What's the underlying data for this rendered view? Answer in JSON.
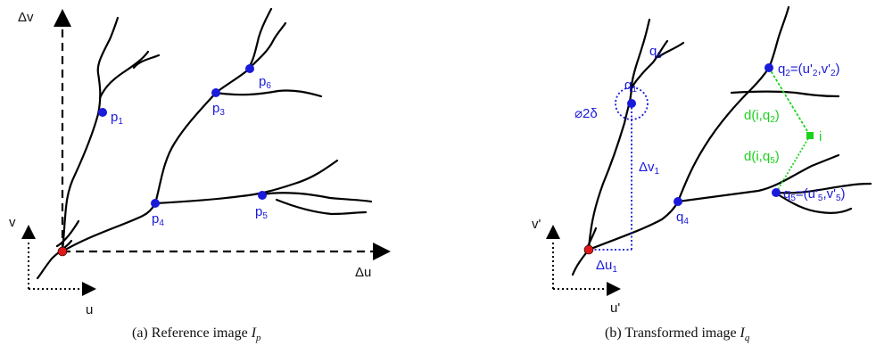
{
  "panel_a": {
    "axis_vertical": "Δv",
    "axis_horizontal": "Δu",
    "small_axis_vertical": "v",
    "small_axis_horizontal": "u",
    "points": [
      {
        "base": "p",
        "sub": "1"
      },
      {
        "base": "p",
        "sub": "3"
      },
      {
        "base": "p",
        "sub": "4"
      },
      {
        "base": "p",
        "sub": "5"
      },
      {
        "base": "p",
        "sub": "6"
      }
    ],
    "caption": {
      "prefix": "(a)",
      "text": "Reference image ",
      "symbol": "I",
      "symbol_sub": "p"
    }
  },
  "panel_b": {
    "small_axis_vertical": "v'",
    "small_axis_horizontal": "u'",
    "points": [
      {
        "base": "q",
        "sub": "1"
      },
      {
        "base": "q",
        "sub": "4"
      },
      {
        "base": "q",
        "sub": "6"
      }
    ],
    "q2_label": {
      "base": "q",
      "sub": "2",
      "eq": "=(u'",
      "sub2": "2",
      "mid": ",v'",
      "sub3": "2",
      "end": ")"
    },
    "q5_label": {
      "base": "q",
      "sub": "5",
      "eq": "=(u'",
      "sub2": "5",
      "mid": ",v'",
      "sub3": "5",
      "end": ")"
    },
    "tolerance": "⌀2δ",
    "delta_v": {
      "base": "Δv",
      "sub": "1"
    },
    "delta_u": {
      "base": "Δu",
      "sub": "1"
    },
    "point_i": "i",
    "dist_q2": {
      "pre": "d(i,q",
      "sub": "2",
      "post": ")"
    },
    "dist_q5": {
      "pre": "d(i,q",
      "sub": "5",
      "post": ")"
    },
    "caption": {
      "prefix": "(b)",
      "text": "Transformed image ",
      "symbol": "I",
      "symbol_sub": "q"
    }
  },
  "colors": {
    "point": "#1a1adb",
    "origin": "#e01818",
    "distance": "#1bd21b",
    "line": "#000000"
  }
}
